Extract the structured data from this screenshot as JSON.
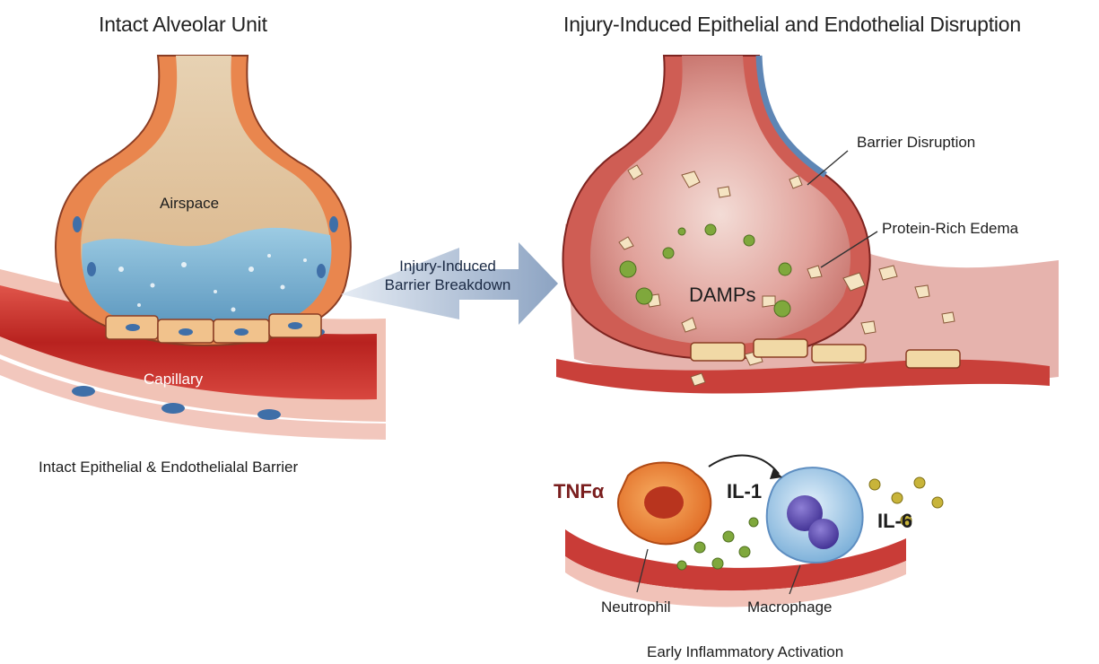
{
  "titles": {
    "left": "Intact Alveolar Unit",
    "right": "Injury-Induced Epithelial and Endothelial Disruption"
  },
  "left_panel": {
    "airspace": "Airspace",
    "capillary": "Capillary",
    "caption": "Intact Epithelial & Endothelialal Barrier"
  },
  "transition_arrow": {
    "line1": "Injury-Induced",
    "line2": "Barrier Breakdown"
  },
  "right_panel": {
    "barrier_disruption": "Barrier Disruption",
    "edema": "Protein-Rich Edema",
    "damps": "DAMPs"
  },
  "inflammation": {
    "tnf": "TNFα",
    "il1": "IL-1",
    "il6": "IL-6",
    "neutrophil": "Neutrophil",
    "macrophage": "Macrophage",
    "caption": "Early Inflammatory Activation"
  },
  "colors": {
    "epithelium": "#e98a55",
    "vessel_red": "#c7302c",
    "fluid_blue": "#7fb6d6",
    "airspace_tan": "#e4c7a0",
    "tissue_pink": "#dd8f8a",
    "arrow": "#9fb2cc",
    "damp_green": "#7fa83c",
    "tnf_text": "#7a1e1e"
  }
}
